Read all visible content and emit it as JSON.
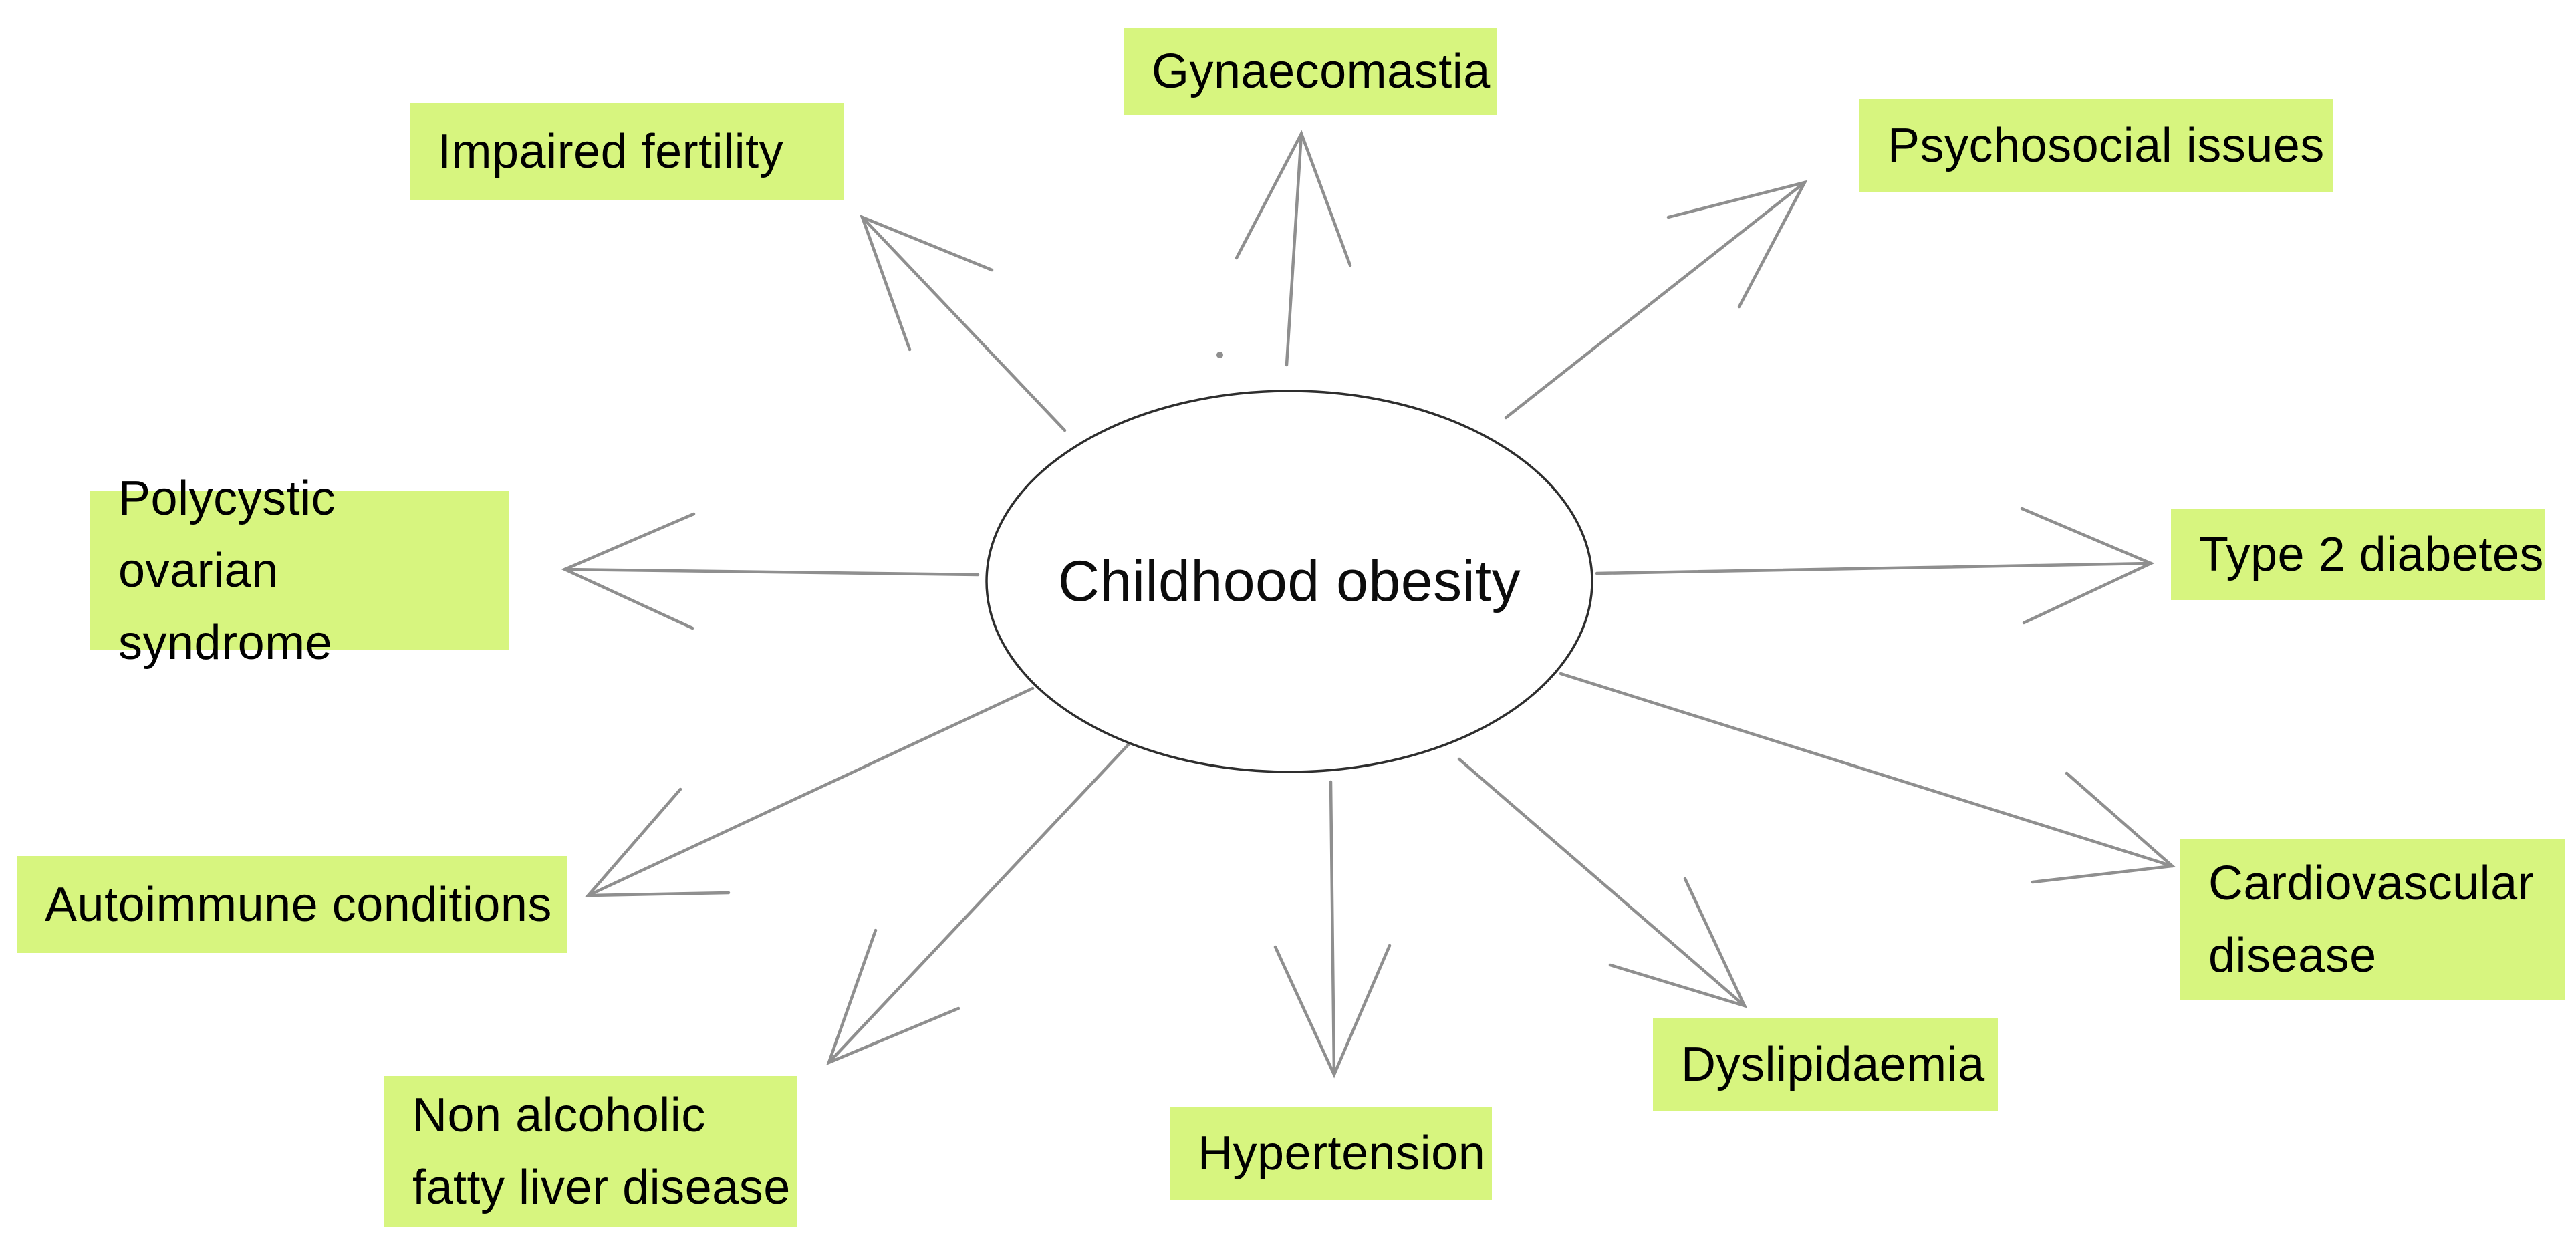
{
  "diagram": {
    "title": "Childhood obesity complications mind map",
    "center": {
      "id": "childhood-obesity",
      "label": "Childhood obesity",
      "shape": "ellipse"
    },
    "nodes": [
      {
        "id": "gynaecomastia",
        "label": "Gynaecomastia"
      },
      {
        "id": "impaired-fertility",
        "label": "Impaired fertility"
      },
      {
        "id": "psychosocial-issues",
        "label": "Psychosocial issues"
      },
      {
        "id": "type-2-diabetes",
        "label": "Type 2 diabetes"
      },
      {
        "id": "cardiovascular-disease",
        "label": "Cardiovascular\ndisease"
      },
      {
        "id": "dyslipidaemia",
        "label": "Dyslipidaemia"
      },
      {
        "id": "hypertension",
        "label": "Hypertension"
      },
      {
        "id": "non-alcoholic-fatty-liver-disease",
        "label": "Non alcoholic\nfatty liver disease"
      },
      {
        "id": "autoimmune-conditions",
        "label": "Autoimmune conditions"
      },
      {
        "id": "polycystic-ovarian-syndrome",
        "label": "Polycystic ovarian\nsyndrome"
      }
    ],
    "edges": [
      {
        "from": "childhood-obesity",
        "to": "gynaecomastia"
      },
      {
        "from": "childhood-obesity",
        "to": "impaired-fertility"
      },
      {
        "from": "childhood-obesity",
        "to": "psychosocial-issues"
      },
      {
        "from": "childhood-obesity",
        "to": "type-2-diabetes"
      },
      {
        "from": "childhood-obesity",
        "to": "cardiovascular-disease"
      },
      {
        "from": "childhood-obesity",
        "to": "dyslipidaemia"
      },
      {
        "from": "childhood-obesity",
        "to": "hypertension"
      },
      {
        "from": "childhood-obesity",
        "to": "non-alcoholic-fatty-liver-disease"
      },
      {
        "from": "childhood-obesity",
        "to": "autoimmune-conditions"
      },
      {
        "from": "childhood-obesity",
        "to": "polycystic-ovarian-syndrome"
      }
    ],
    "colors": {
      "node_background": "#d7f57f",
      "arrow": "#8f8f8f",
      "ellipse_outline": "#2e2e2e",
      "text": "#000000",
      "canvas": "#ffffff"
    }
  }
}
